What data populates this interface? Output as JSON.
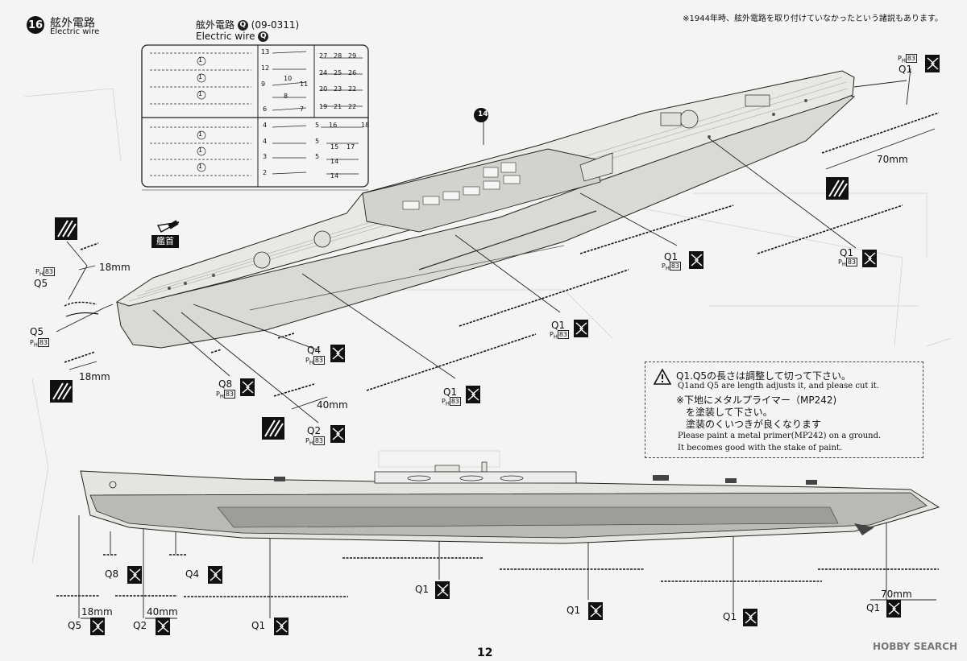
{
  "step": {
    "number": "16",
    "title_jp": "舷外電路",
    "title_en": "Electric wire"
  },
  "sprue": {
    "title_jp": "舷外電路",
    "part_letter": "Q",
    "code": "(09-0311)",
    "title_en": "Electric wire"
  },
  "top_note": "※1944年時、舷外電路を取り付けていなかったという諸説もあります。",
  "bow_label": "艦首",
  "callout_14": "14",
  "labels": {
    "q1": "Q1",
    "q2": "Q2",
    "q4": "Q4",
    "q5": "Q5",
    "q8": "Q8"
  },
  "ph_mark": "P",
  "ph_sub": "H",
  "ph_num": "83",
  "dims": {
    "d18": "18mm",
    "d40": "40mm",
    "d70": "70mm"
  },
  "caution": {
    "line1": "Q1.Q5の長さは調整して切って下さい。",
    "line2": "Q1and Q5 are length adjusts it, and please cut it.",
    "line3": "※下地にメタルプライマー（MP242)",
    "line4": "を塗装して下さい。",
    "line5": "塗装のくいつきが良くなります",
    "line6": "Please paint a metal primer(MP242) on a ground.",
    "line7": "It becomes good with the stake of paint."
  },
  "sprue_numbers": [
    "13",
    "27",
    "28",
    "29",
    "12",
    "10",
    "9",
    "11",
    "24",
    "25",
    "26",
    "8",
    "20",
    "23",
    "22",
    "6",
    "7",
    "19",
    "21",
    "5",
    "4",
    "16",
    "18",
    "3",
    "15",
    "17",
    "2",
    "14",
    "1"
  ],
  "page_number": "12",
  "watermark": "HOBBY SEARCH"
}
